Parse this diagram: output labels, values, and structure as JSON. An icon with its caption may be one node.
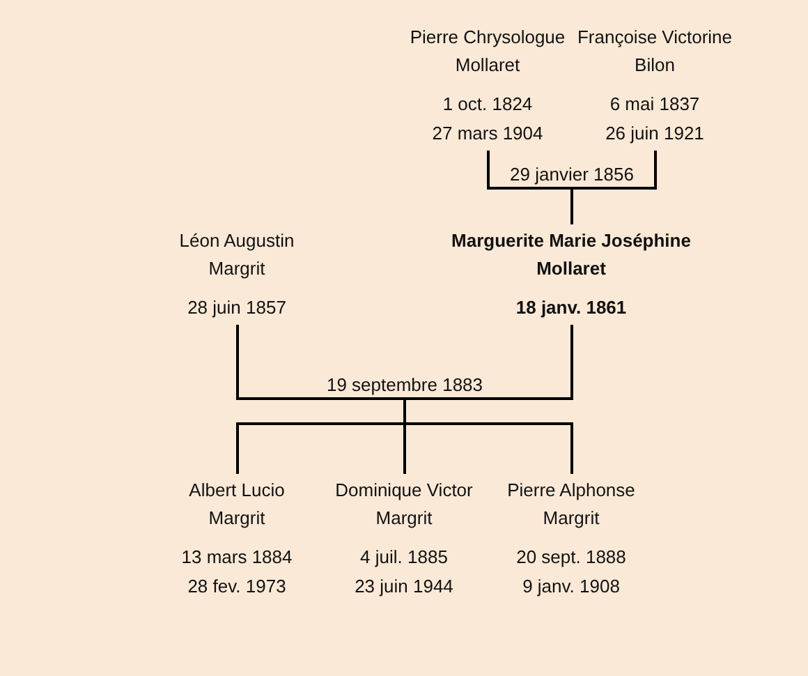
{
  "diagram": {
    "nodes": [
      {
        "text": [
          "Pierre Chrysologue Mollaret",
          "1 oct. 1824",
          "27 mars 1904"
        ]
      },
      {
        "text": [
          "Françoise Victorine Bilon",
          "6 mai 1837",
          "26 juin 1921"
        ]
      },
      {
        "text": [
          "Léon Augustin Margrit",
          "28 juin 1857"
        ]
      },
      {
        "text": [
          "Marguerite Marie Joséphine Mollaret",
          "18 janv. 1861"
        ]
      },
      {
        "text": [
          "Albert Lucio Margrit",
          "13 mars 1884",
          "28 fev. 1973"
        ]
      },
      {
        "text": [
          "Dominique Victor Margrit",
          "4 juil. 1885",
          "23 juin 1944"
        ]
      },
      {
        "text": [
          "Pierre Alphonse Margrit",
          "20 sept. 1888",
          "9 janv. 1908"
        ]
      }
    ],
    "edges": [
      {
        "from": 0,
        "to": 3,
        "arrow": "none",
        "label": "29 janvier 1856"
      },
      {
        "from": 1,
        "to": 3,
        "arrow": "none"
      },
      {
        "from": 2,
        "to": 4,
        "arrow": "none",
        "label": "19 septembre 1883"
      },
      {
        "from": 2,
        "to": 5,
        "arrow": "none"
      },
      {
        "from": 2,
        "to": 6,
        "arrow": "none"
      },
      {
        "from": 3,
        "to": 4,
        "arrow": "none"
      },
      {
        "from": 3,
        "to": 5,
        "arrow": "none"
      },
      {
        "from": 3,
        "to": 6,
        "arrow": "none"
      }
    ]
  }
}
